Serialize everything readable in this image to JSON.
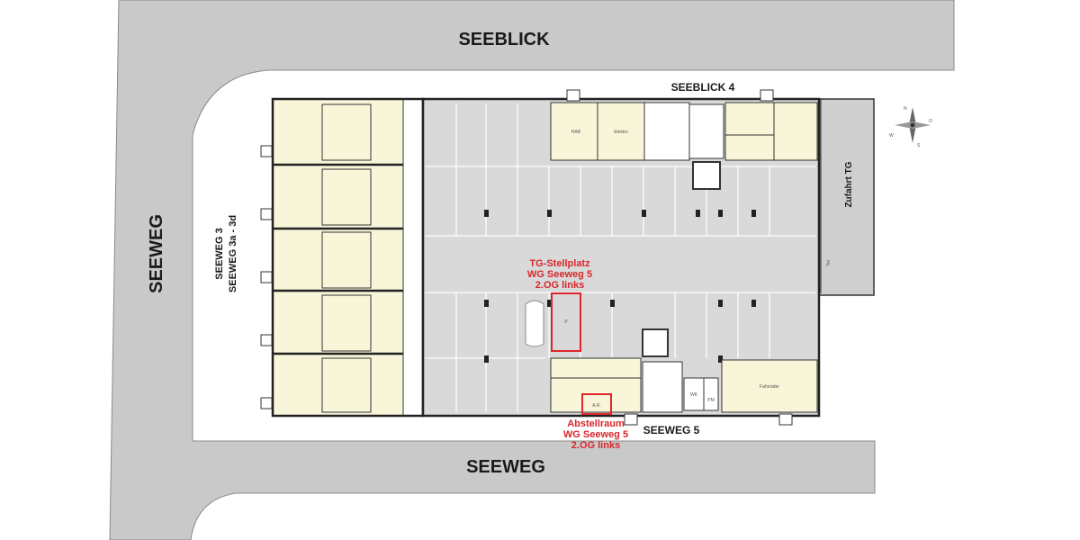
{
  "streets": {
    "top": "SEEBLICK",
    "bottom": "SEEWEG",
    "left": "SEEWEG"
  },
  "buildings": {
    "left_line1": "SEEWEG 3",
    "left_line2": "SEEWEG 3a - 3d",
    "top_right": "SEEBLICK 4",
    "bottom": "SEEWEG 5"
  },
  "ramp": "Zufahrt TG",
  "parking_note": {
    "line1": "TG-Stellplatz",
    "line2": "WG Seeweg 5",
    "line3": "2.OG links"
  },
  "storage_note": {
    "line1": "Abstellraum",
    "line2": "WG Seeweg 5",
    "line3": "2.OG links"
  },
  "room_labels": {
    "har": "HAR",
    "elektro": "Elektro",
    "fahrrad": "Fahrräder",
    "ar": "A.R.",
    "wk": "WK",
    "pm": "PM",
    "p": "P",
    "tor": "Tor"
  },
  "compass": {
    "n": "N",
    "o": "O",
    "s": "S",
    "w": "W"
  },
  "colors": {
    "road": "#c9c9c9",
    "room_fill": "#f8f5d9",
    "garage_floor": "#d9d9d9",
    "highlight": "#d8262b"
  }
}
